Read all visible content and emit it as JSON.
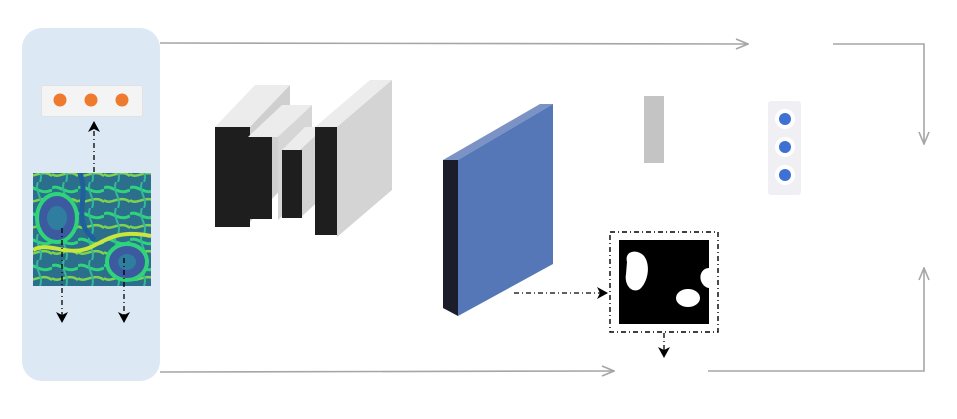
{
  "colors": {
    "input_panel_bg": "#dce8f4",
    "cell_image_bg": "#2c6f8c",
    "cell_image_texture": "#2fd37a",
    "input_vector_dots": "#ee7a2d",
    "output_vector_dots": "#3e71d3",
    "feature_map_face": "#5577b8",
    "feature_map_side": "#1b1d2a",
    "backbone_block_light": "#cfcfcf",
    "backbone_block_dark": "#1e1e1e",
    "mask_bg": "#000000",
    "mask_blob": "#ffffff",
    "connector_arrows": "#a6a6a6",
    "flow_arrows": "#000000"
  },
  "nodes": {
    "input_vector": {
      "dot_count": 3
    },
    "output_vector": {
      "dot_count": 3
    },
    "mask_blobs": 3
  }
}
